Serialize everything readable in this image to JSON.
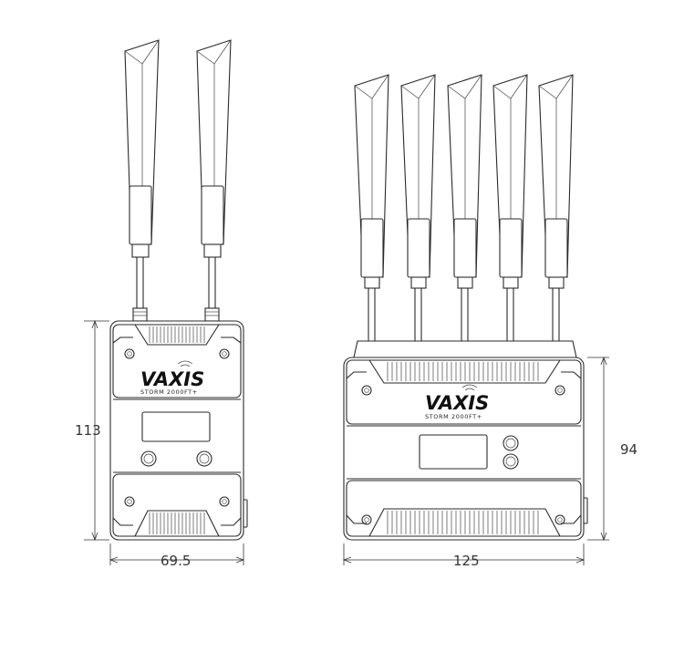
{
  "diagram": {
    "left_device": {
      "brand": "VAXIS",
      "model": "STORM 2000FT+",
      "antenna_count": 2,
      "dimensions": {
        "height": "113",
        "width": "69.5"
      }
    },
    "right_device": {
      "brand": "VAXIS",
      "model": "STORM 2000FT+",
      "antenna_count": 5,
      "dimensions": {
        "height": "94",
        "width": "125"
      }
    }
  }
}
